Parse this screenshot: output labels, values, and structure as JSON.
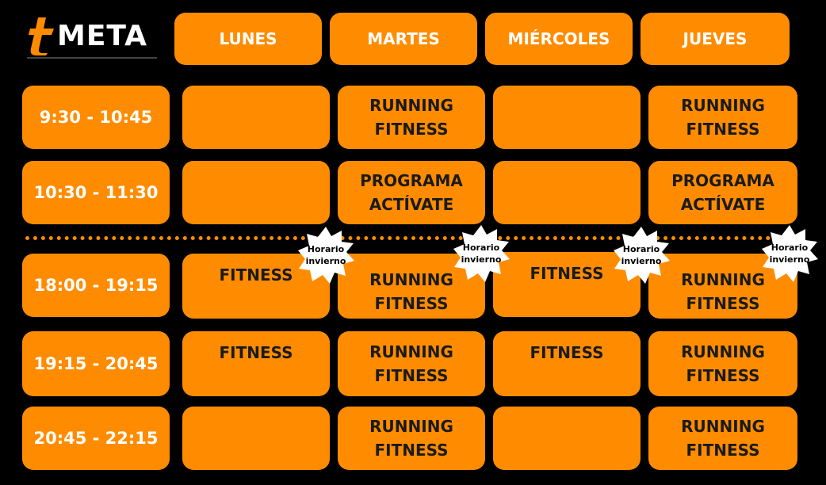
{
  "brand": {
    "logo_text": "META",
    "accent_color": "#FF8C00"
  },
  "days": [
    "LUNES",
    "MARTES",
    "MIÉRCOLES",
    "JUEVES"
  ],
  "times": [
    "9:30 - 10:45",
    "10:30 - 11:30",
    "18:00 - 19:15",
    "19:15 - 20:45",
    "20:45 - 22:15"
  ],
  "schedule": [
    [
      "",
      "RUNNING\nFITNESS",
      "",
      "RUNNING\nFITNESS"
    ],
    [
      "",
      "PROGRAMA\nACTÍVATE",
      "",
      "PROGRAMA\nACTÍVATE"
    ],
    [
      "FITNESS",
      "RUNNING\nFITNESS",
      "FITNESS",
      "RUNNING\nFITNESS"
    ],
    [
      "FITNESS",
      "RUNNING\nFITNESS",
      "FITNESS",
      "RUNNING\nFITNESS"
    ],
    [
      "",
      "RUNNING\nFITNESS",
      "",
      "RUNNING\nFITNESS"
    ]
  ],
  "badges": [
    "Horario\ninvierno",
    "Horario\ninvierno",
    "Horario\ninvierno",
    "Horario\ninvierno"
  ]
}
